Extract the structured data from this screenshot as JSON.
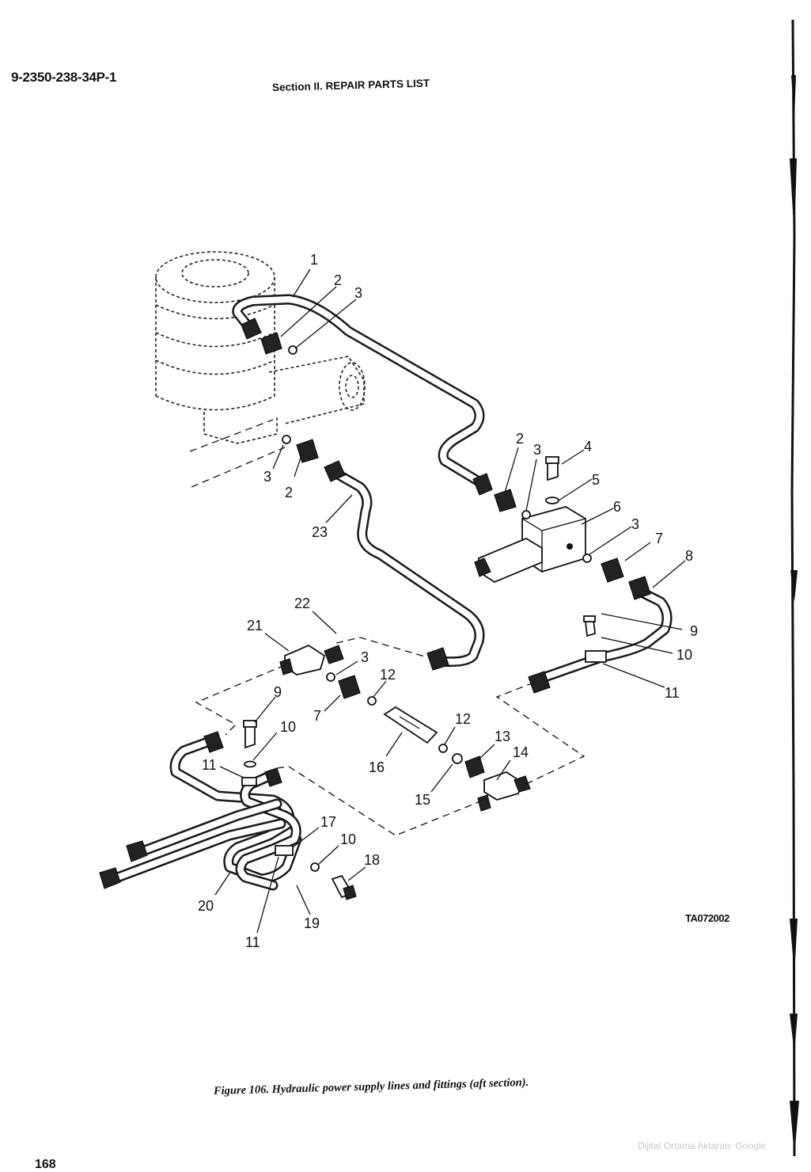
{
  "header": {
    "doc_number": "9-2350-238-34P-1",
    "section_title": "Section II.  REPAIR PARTS LIST"
  },
  "figure": {
    "id_code": "TA072002",
    "caption": "Figure 106.  Hydraulic power supply lines and fittings (aft section).",
    "callouts": [
      {
        "id": "c1",
        "label": "1"
      },
      {
        "id": "c2a",
        "label": "2"
      },
      {
        "id": "c3a",
        "label": "3"
      },
      {
        "id": "c2b",
        "label": "2"
      },
      {
        "id": "c3b",
        "label": "3"
      },
      {
        "id": "c4",
        "label": "4"
      },
      {
        "id": "c5",
        "label": "5"
      },
      {
        "id": "c6",
        "label": "6"
      },
      {
        "id": "c3c",
        "label": "3"
      },
      {
        "id": "c7a",
        "label": "7"
      },
      {
        "id": "c8",
        "label": "8"
      },
      {
        "id": "c9a",
        "label": "9"
      },
      {
        "id": "c10a",
        "label": "10"
      },
      {
        "id": "c11a",
        "label": "11"
      },
      {
        "id": "c3d",
        "label": "3"
      },
      {
        "id": "c2c",
        "label": "2"
      },
      {
        "id": "c23",
        "label": "23"
      },
      {
        "id": "c22",
        "label": "22"
      },
      {
        "id": "c21",
        "label": "21"
      },
      {
        "id": "c3e",
        "label": "3"
      },
      {
        "id": "c12a",
        "label": "12"
      },
      {
        "id": "c9b",
        "label": "9"
      },
      {
        "id": "c7b",
        "label": "7"
      },
      {
        "id": "c10b",
        "label": "10"
      },
      {
        "id": "c12b",
        "label": "12"
      },
      {
        "id": "c13",
        "label": "13"
      },
      {
        "id": "c14",
        "label": "14"
      },
      {
        "id": "c16",
        "label": "16"
      },
      {
        "id": "c15",
        "label": "15"
      },
      {
        "id": "c11b",
        "label": "11"
      },
      {
        "id": "c17",
        "label": "17"
      },
      {
        "id": "c10c",
        "label": "10"
      },
      {
        "id": "c18",
        "label": "18"
      },
      {
        "id": "c20",
        "label": "20"
      },
      {
        "id": "c19",
        "label": "19"
      },
      {
        "id": "c11c",
        "label": "11"
      }
    ]
  },
  "footer": {
    "page_number": "168",
    "watermark": "Dijital Ortama Aktaran: Google"
  }
}
